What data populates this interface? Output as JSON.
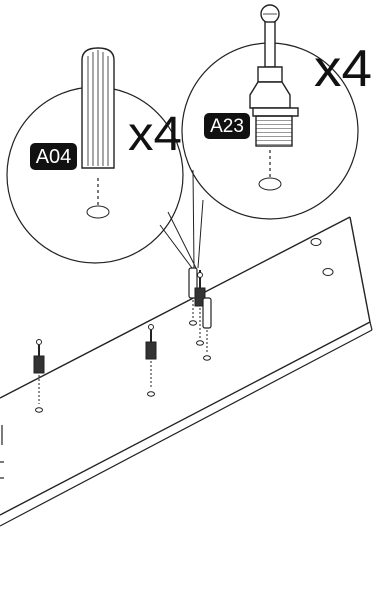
{
  "diagram": {
    "callouts": [
      {
        "part_code": "A04",
        "quantity": "x4",
        "part": "wooden-dowel"
      },
      {
        "part_code": "A23",
        "quantity": "x4",
        "part": "threaded-insert-with-hex-key"
      }
    ]
  }
}
